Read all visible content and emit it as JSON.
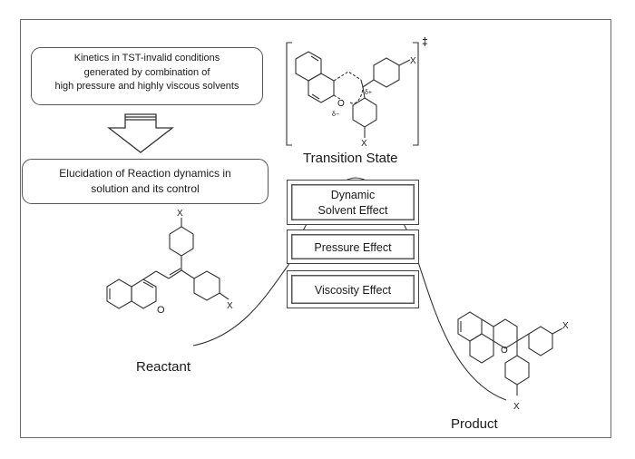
{
  "boxes": {
    "kinetics": {
      "lines": [
        "Kinetics in TST-invalid conditions",
        "generated by combination of",
        "high pressure  and highly viscous solvents"
      ]
    },
    "elucidation": {
      "lines": [
        "Elucidation of Reaction dynamics in",
        "solution and its control"
      ]
    }
  },
  "effects": {
    "dynamic": [
      "Dynamic",
      "Solvent Effect"
    ],
    "pressure": "Pressure Effect",
    "viscosity": "Viscosity Effect"
  },
  "labels": {
    "transition_state": "Transition State",
    "reactant": "Reactant",
    "product": "Product",
    "ts_mark": "‡"
  },
  "molecule_labels": {
    "substituent": "X",
    "oxygen": "O",
    "ts_oxygen": "O",
    "ts_delta_minus": "δ−",
    "ts_delta_plus": "δ+"
  }
}
